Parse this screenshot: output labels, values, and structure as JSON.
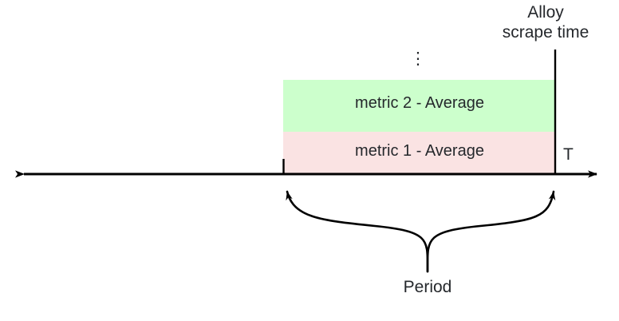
{
  "diagram": {
    "type": "timeline-annotation-diagram",
    "background_color": "#ffffff",
    "stroke_color": "#000000",
    "text_color": "#25282c",
    "axis": {
      "label": "T",
      "orientation": "horizontal",
      "arrow_both_ends": true
    },
    "annotations": {
      "alloy_scrape_time": "Alloy\nscrape time",
      "alloy_scrape_time_line1": "Alloy",
      "alloy_scrape_time_line2": "scrape time",
      "period": "Period",
      "ellipsis": "⋮"
    },
    "stacked_bars": [
      {
        "label": "metric 2 - Average",
        "fill_color": "#ccffcc",
        "order": 2
      },
      {
        "label": "metric 1 - Average",
        "fill_color": "#fae3e3",
        "order": 1
      }
    ]
  }
}
